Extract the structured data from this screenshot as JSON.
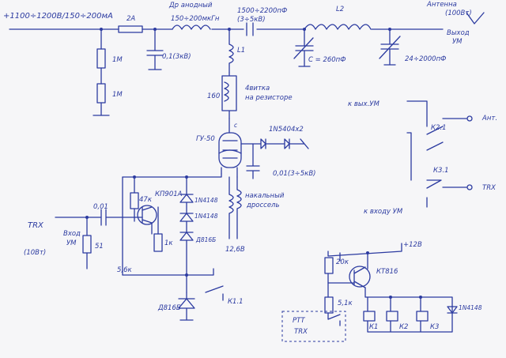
{
  "labels": {
    "supply": "+1100÷1200В/150÷200мА",
    "fuse": "2А",
    "choke_anode": "Др анодный",
    "choke_anode_range": "150÷200мкГн",
    "cap_couple": "1500÷2200пФ",
    "cap_couple_v": "(3÷5кВ)",
    "l2": "L2",
    "antenna": "Антенна",
    "antenna_power": "(100Вт)",
    "out_um_1": "Выход",
    "out_um_2": "УМ",
    "res_1m_a": "1М",
    "res_1m_b": "1М",
    "cap_hv": "0,1(3кВ)",
    "l1": "L1",
    "cap_var_c": "С = 260пФ",
    "cap_var_out": "24÷2000пФ",
    "parasitic_r": "160",
    "parasitic_note_1": "4витка",
    "parasitic_note_2": "на резисторе",
    "to_out_um": "к вых.УМ",
    "ant_label": "Ант.",
    "k21": "К2.1",
    "k31": "К3.1",
    "trx_right": "TRX",
    "to_in_um": "к входу УМ",
    "tube": "ГУ-50",
    "tube_pin": "с",
    "zeners": "1N5404x2",
    "cap_screen": "0,01(3÷5кВ)",
    "r47k": "47к",
    "fet": "КП901А",
    "d4148_a": "1N4148",
    "d4148_b": "1N4148",
    "z5v6": "Д816Б",
    "filament_1": "накальный",
    "filament_2": "дроссель",
    "filament_v": "12,6В",
    "cap_in": "0,01",
    "trx_left": "TRX",
    "trx_left_sub": "(10Вт)",
    "in_um_1": "Вход",
    "in_um_2": "УМ",
    "r51": "51",
    "r56k": "5,6к",
    "r1k": "1к",
    "z_bottom": "Д816Б",
    "k11": "К1.1",
    "r20k": "20к",
    "transistor": "КТ816",
    "plus12": "+12В",
    "r51k": "5,1к",
    "ptt_1": "PTT",
    "ptt_2": "TRX",
    "k1": "К1",
    "k2": "К2",
    "k3": "К3",
    "d_relay": "1N4148"
  }
}
